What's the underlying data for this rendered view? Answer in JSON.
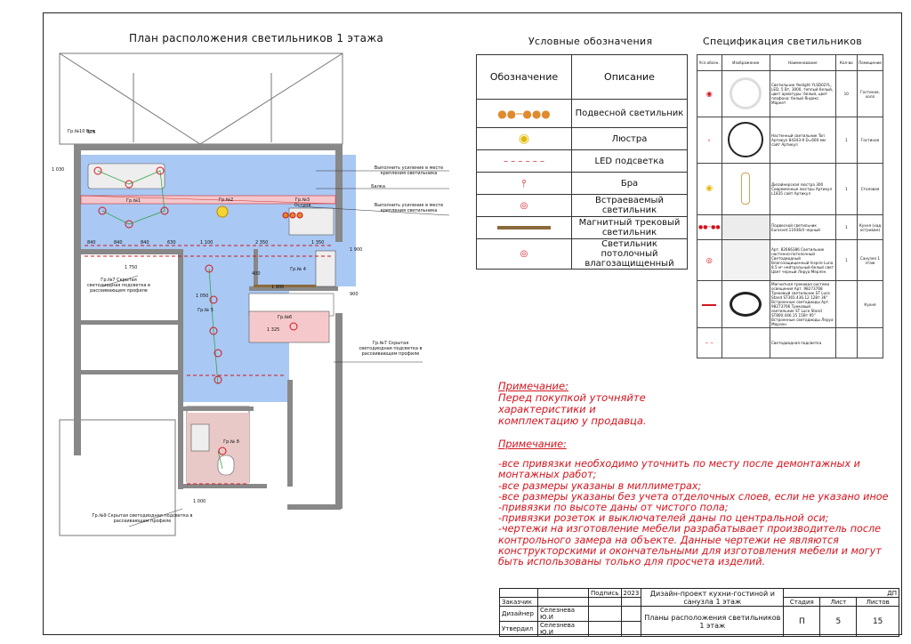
{
  "plan": {
    "title": "План расположения светильников 1 этажа",
    "callouts": {
      "c1": "Выполнить усиление в месте крепления светильника",
      "c2": "Балка",
      "c3": "Выполнить усиление в месте крепления светильника",
      "gr7a": "Гр.№7 Скрытая светодиодная подсветка в рассеивающем профиле",
      "gr7b": "Гр.№7 Скрытая светодиодная подсветка в рассеивающем профиле",
      "gr9": "Гр.№9 Скрытая светодиодная подсветка в рассеивающем профиле"
    },
    "groups": {
      "g10": "Гр.№10 Бра",
      "g1": "Гр.№1",
      "g2": "Гр.№2",
      "g3": "Гр.№3 Остров",
      "g4": "Гр.№ 4",
      "g5": "Гр.№ 5",
      "g6": "Гр.№6",
      "g8": "Гр.№ 8"
    },
    "dims": {
      "d1": "840",
      "d2": "840",
      "d3": "840",
      "d4": "630",
      "d5": "1 100",
      "d6": "2 350",
      "d7": "1 350",
      "d8": "1 750",
      "d9": "1 050",
      "d10": "1 900",
      "d11": "1 325",
      "d12": "1 000",
      "d13": "400",
      "d14": "1 030",
      "d15": "1 900",
      "d16": "900",
      "d17": "575"
    }
  },
  "legend": {
    "title": "Условные обозначения",
    "head_symbol": "Обозначение",
    "head_desc": "Описание",
    "rows": [
      {
        "desc": "Подвесной светильник"
      },
      {
        "desc": "Люстра"
      },
      {
        "desc": "LED подсветка"
      },
      {
        "desc": "Бра"
      },
      {
        "desc": "Встраеваемый светильник"
      },
      {
        "desc": "Магнитный трековый светильник"
      },
      {
        "desc": "Светильник потолочный влагозащищенный"
      }
    ]
  },
  "spec": {
    "title": "Спецификация светильников",
    "headers": [
      "Усл.обозн.",
      "Изображение",
      "Наименование",
      "Кол-во",
      "Помещение"
    ],
    "rows": [
      {
        "name": "Светильник Yeelight YLSD02YL, LED, 5 Вт, 3000, теплый белый, цвет арматуры: белый, цвет плафона: белый Яндекс Маркет",
        "qty": "10",
        "room": "Гостиная, холл"
      },
      {
        "name": "Настенный светильник Tori Артикул 84343-9 D=600 мм сайт Артикул",
        "qty": "1",
        "room": "Гостиная"
      },
      {
        "name": "Дизайнерская люстра 300 Современные люстры Артикул L1835 сайт Артикул",
        "qty": "1",
        "room": "Столовая"
      },
      {
        "name": "Подвесной светильник Eurosvet 11936/4 черный",
        "qty": "1",
        "room": "Кухня (над островом)"
      },
      {
        "name": "Арт. 8266638б Светильник настенно-потолочный Светодиодный Влагозащищенный Inspire Luna 8.5 м² нейтральный белый свет Цвет черный Леруа Мерлен",
        "qty": "1",
        "room": "Санузел 1 этаж"
      },
      {
        "name": "Магнитная трековая система освещения Арт. 98273768 Трековый светильник ST Luce Stand ST365.436.12 12Вт 36° Встроенные светодиоды Арт. 98273766 Трековый светильник ST Luce Stand ST800.446.15 15Вт 95° Встроенные светодиоды Леруа Мерлен",
        "qty": "",
        "room": "Кухня"
      },
      {
        "name": "Светодиодная подсветка",
        "qty": "",
        "room": ""
      }
    ]
  },
  "notes": {
    "head1": "Примечание:",
    "body1": "Перед покупкой уточняйте характеристики и комплектацию у продавца.",
    "head2": "Примечание:",
    "lines": [
      "-все привязки необходимо уточнить по месту после демонтажных и монтажных работ;",
      "-все размеры указаны в миллиметрах;",
      "-все размеры указаны без учета отделочных слоев, если не указано иное",
      "-привязки по высоте даны от чистого пола;",
      "-привязки розеток и выключателей даны по центральной оси;",
      "-чертежи на изготовление мебели разрабатывает производитель после контрольного замера на объекте. Данные чертежи не являются конструкторскими и окончательными для изготовления мебели и могут быть использованы только для просчета изделий."
    ]
  },
  "titleblock": {
    "sign": "Подпись",
    "year": "2023",
    "customer": "Заказчик",
    "designer": "Дизайнер",
    "designer_name": "Селезнева Ю.И",
    "approved": "Утвердил",
    "approved_name": "Селезнева Ю.И",
    "project": "Дизайн-проект кухни-гостиной и санузла 1 этаж",
    "sheet_title": "Планы расположения светильников 1 этаж",
    "code": "ДП",
    "stage_h": "Стадия",
    "sheet_h": "Лист",
    "sheets_h": "Листов",
    "stage": "П",
    "sheet": "5",
    "sheets": "15"
  }
}
